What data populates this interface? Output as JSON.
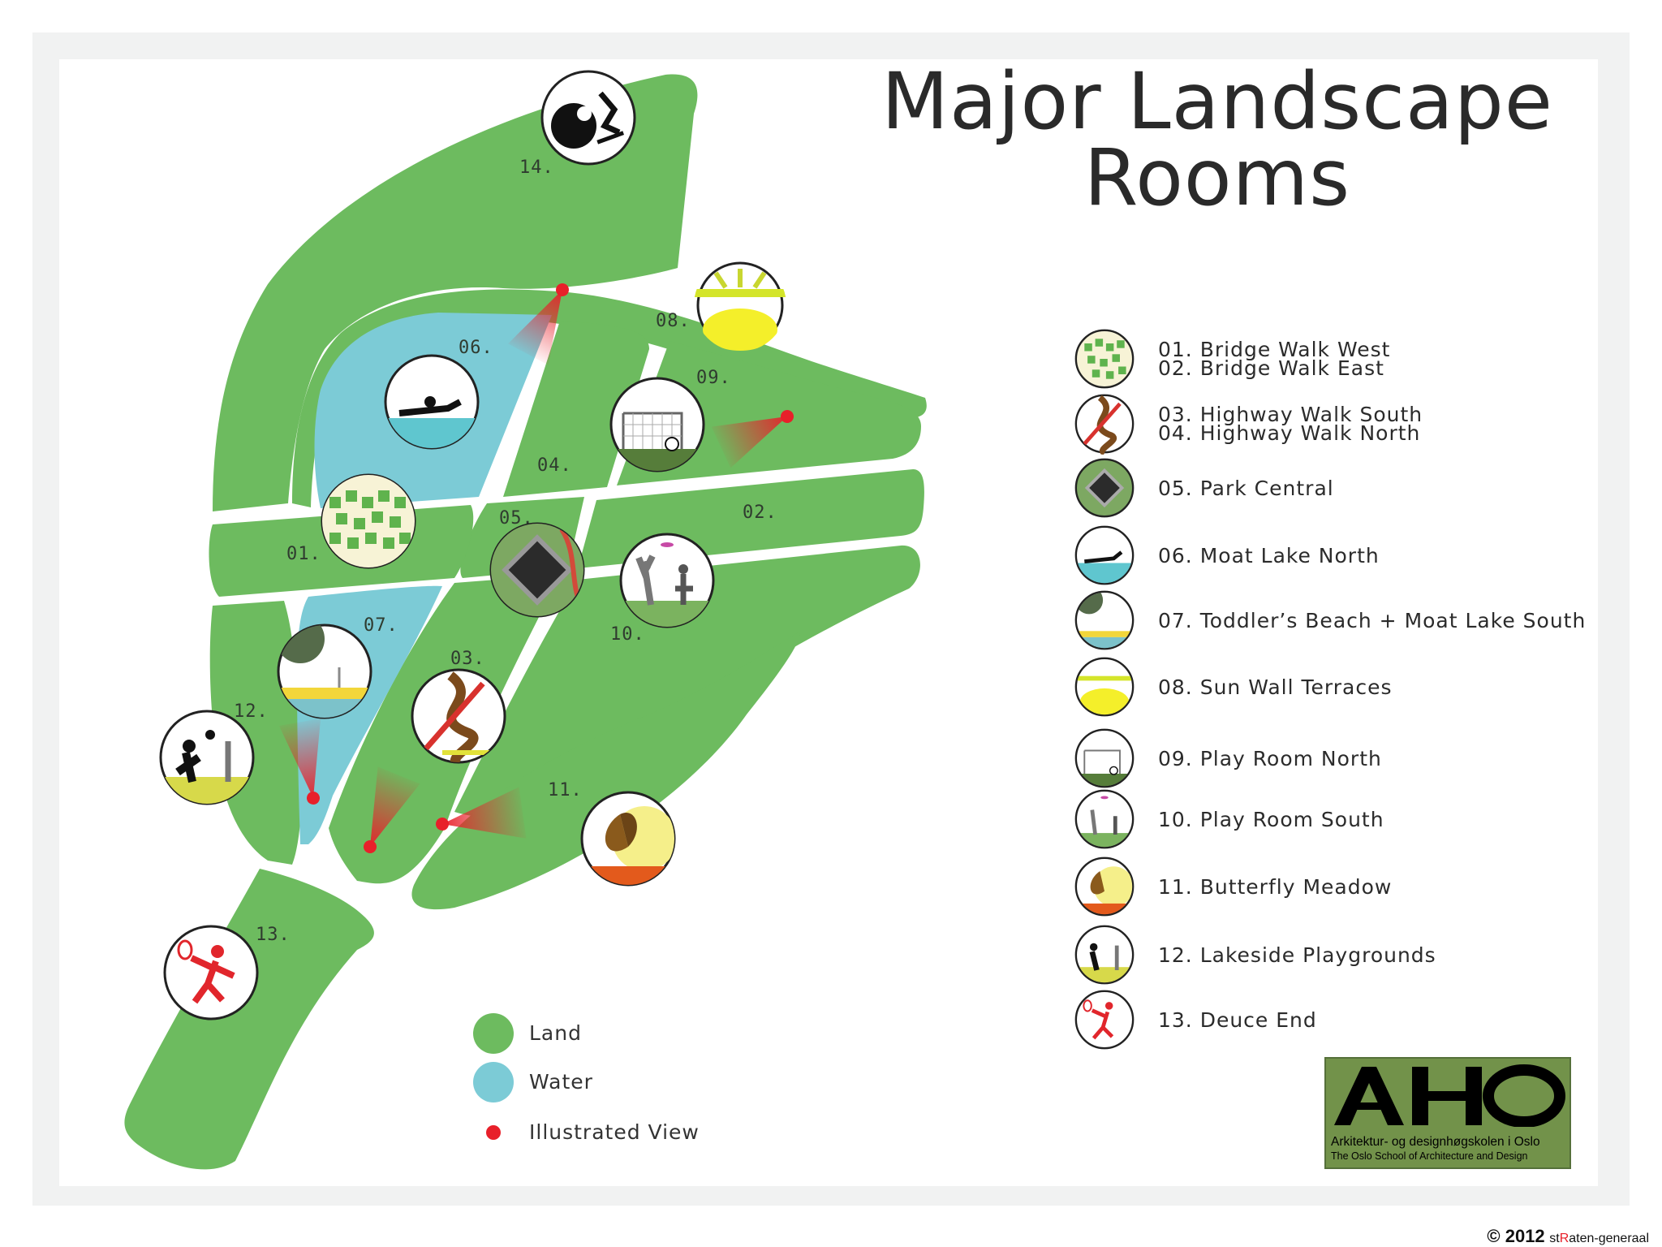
{
  "title": {
    "line1": "Major Landscape",
    "line2": "Rooms"
  },
  "colors": {
    "land": "#6dbb5f",
    "water": "#7ccbd6",
    "view": "#e8202a",
    "logo_bg": "#72924a"
  },
  "map_labels": [
    {
      "id": "01",
      "text": "01."
    },
    {
      "id": "02",
      "text": "02."
    },
    {
      "id": "03",
      "text": "03."
    },
    {
      "id": "04",
      "text": "04."
    },
    {
      "id": "05",
      "text": "05."
    },
    {
      "id": "06",
      "text": "06."
    },
    {
      "id": "07",
      "text": "07."
    },
    {
      "id": "08",
      "text": "08."
    },
    {
      "id": "09",
      "text": "09."
    },
    {
      "id": "10",
      "text": "10."
    },
    {
      "id": "11",
      "text": "11."
    },
    {
      "id": "12",
      "text": "12."
    },
    {
      "id": "13",
      "text": "13."
    },
    {
      "id": "14",
      "text": "14."
    }
  ],
  "map_icons": [
    {
      "id": "01",
      "icon": "bridge-walk-pattern-icon"
    },
    {
      "id": "03",
      "icon": "highway-walk-ribbon-icon"
    },
    {
      "id": "05",
      "icon": "park-central-diamond-icon"
    },
    {
      "id": "06",
      "icon": "swimmer-icon"
    },
    {
      "id": "07",
      "icon": "tree-beach-icon"
    },
    {
      "id": "08",
      "icon": "sun-wall-icon"
    },
    {
      "id": "09",
      "icon": "soccer-goal-icon"
    },
    {
      "id": "10",
      "icon": "frisbee-players-icon"
    },
    {
      "id": "11",
      "icon": "butterfly-icon"
    },
    {
      "id": "12",
      "icon": "volleyball-players-icon"
    },
    {
      "id": "13",
      "icon": "tennis-player-icon"
    },
    {
      "id": "14",
      "icon": "skateboarder-icon"
    }
  ],
  "legend": [
    {
      "icon": "bridge-walk-pattern-icon",
      "lines": [
        "01. Bridge Walk West",
        "02. Bridge Walk East"
      ]
    },
    {
      "icon": "highway-walk-ribbon-icon",
      "lines": [
        "03. Highway Walk South",
        "04. Highway Walk North"
      ]
    },
    {
      "icon": "park-central-diamond-icon",
      "lines": [
        "05. Park Central"
      ]
    },
    {
      "icon": "swimmer-icon",
      "lines": [
        "06. Moat Lake North"
      ]
    },
    {
      "icon": "tree-beach-icon",
      "lines": [
        "07. Toddler’s Beach + Moat Lake South"
      ]
    },
    {
      "icon": "sun-wall-icon",
      "lines": [
        "08. Sun Wall Terraces"
      ]
    },
    {
      "icon": "soccer-goal-icon",
      "lines": [
        "09. Play Room North"
      ]
    },
    {
      "icon": "frisbee-players-icon",
      "lines": [
        "10. Play Room South"
      ]
    },
    {
      "icon": "butterfly-icon",
      "lines": [
        "11. Butterfly Meadow"
      ]
    },
    {
      "icon": "volleyball-players-icon",
      "lines": [
        "12. Lakeside Playgrounds"
      ]
    },
    {
      "icon": "tennis-player-icon",
      "lines": [
        "13. Deuce End"
      ]
    }
  ],
  "key": [
    {
      "kind": "land",
      "label": "Land"
    },
    {
      "kind": "water",
      "label": "Water"
    },
    {
      "kind": "view",
      "label": "Illustrated View"
    }
  ],
  "logo": {
    "letters": "AHO",
    "line1": "Arkitektur- og designhøgskolen i Oslo",
    "line2": "The Oslo School of Architecture and Design"
  },
  "copyright": {
    "symbol_year": "© 2012",
    "prefix": "st",
    "highlight": "R",
    "suffix": "aten-generaal"
  }
}
